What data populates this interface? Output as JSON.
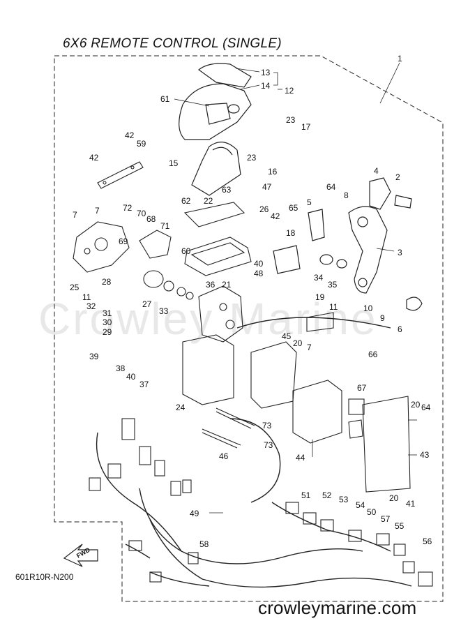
{
  "diagram": {
    "title": "6X6 REMOTE CONTROL (SINGLE)",
    "part_code": "601R10R-N200",
    "website": "crowleymarine.com",
    "watermark": "Crowley Marine",
    "fwd_label": "FWD",
    "callouts": [
      {
        "id": "c1",
        "label": "1"
      },
      {
        "id": "c2",
        "label": "2"
      },
      {
        "id": "c3",
        "label": "3"
      },
      {
        "id": "c4",
        "label": "4"
      },
      {
        "id": "c5",
        "label": "5"
      },
      {
        "id": "c6",
        "label": "6"
      },
      {
        "id": "c7a",
        "label": "7"
      },
      {
        "id": "c7b",
        "label": "7"
      },
      {
        "id": "c7c",
        "label": "7"
      },
      {
        "id": "c8",
        "label": "8"
      },
      {
        "id": "c9",
        "label": "9"
      },
      {
        "id": "c10",
        "label": "10"
      },
      {
        "id": "c11a",
        "label": "11"
      },
      {
        "id": "c11b",
        "label": "11"
      },
      {
        "id": "c12",
        "label": "12"
      },
      {
        "id": "c13",
        "label": "13"
      },
      {
        "id": "c14",
        "label": "14"
      },
      {
        "id": "c15",
        "label": "15"
      },
      {
        "id": "c16",
        "label": "16"
      },
      {
        "id": "c17",
        "label": "17"
      },
      {
        "id": "c18",
        "label": "18"
      },
      {
        "id": "c19",
        "label": "19"
      },
      {
        "id": "c20a",
        "label": "20"
      },
      {
        "id": "c20b",
        "label": "20"
      },
      {
        "id": "c20c",
        "label": "20"
      },
      {
        "id": "c21",
        "label": "21"
      },
      {
        "id": "c22",
        "label": "22"
      },
      {
        "id": "c23a",
        "label": "23"
      },
      {
        "id": "c23b",
        "label": "23"
      },
      {
        "id": "c24",
        "label": "24"
      },
      {
        "id": "c25",
        "label": "25"
      },
      {
        "id": "c26",
        "label": "26"
      },
      {
        "id": "c27",
        "label": "27"
      },
      {
        "id": "c28",
        "label": "28"
      },
      {
        "id": "c29",
        "label": "29"
      },
      {
        "id": "c30",
        "label": "30"
      },
      {
        "id": "c31",
        "label": "31"
      },
      {
        "id": "c32",
        "label": "32"
      },
      {
        "id": "c33",
        "label": "33"
      },
      {
        "id": "c34",
        "label": "34"
      },
      {
        "id": "c35",
        "label": "35"
      },
      {
        "id": "c36",
        "label": "36"
      },
      {
        "id": "c37",
        "label": "37"
      },
      {
        "id": "c38",
        "label": "38"
      },
      {
        "id": "c39",
        "label": "39"
      },
      {
        "id": "c40a",
        "label": "40"
      },
      {
        "id": "c40b",
        "label": "40"
      },
      {
        "id": "c41",
        "label": "41"
      },
      {
        "id": "c42a",
        "label": "42"
      },
      {
        "id": "c42b",
        "label": "42"
      },
      {
        "id": "c42c",
        "label": "42"
      },
      {
        "id": "c43",
        "label": "43"
      },
      {
        "id": "c44",
        "label": "44"
      },
      {
        "id": "c45",
        "label": "45"
      },
      {
        "id": "c46",
        "label": "46"
      },
      {
        "id": "c47",
        "label": "47"
      },
      {
        "id": "c48",
        "label": "48"
      },
      {
        "id": "c49",
        "label": "49"
      },
      {
        "id": "c50",
        "label": "50"
      },
      {
        "id": "c51",
        "label": "51"
      },
      {
        "id": "c52",
        "label": "52"
      },
      {
        "id": "c53",
        "label": "53"
      },
      {
        "id": "c54",
        "label": "54"
      },
      {
        "id": "c55",
        "label": "55"
      },
      {
        "id": "c56",
        "label": "56"
      },
      {
        "id": "c57",
        "label": "57"
      },
      {
        "id": "c58",
        "label": "58"
      },
      {
        "id": "c59",
        "label": "59"
      },
      {
        "id": "c60",
        "label": "60"
      },
      {
        "id": "c61",
        "label": "61"
      },
      {
        "id": "c62",
        "label": "62"
      },
      {
        "id": "c63",
        "label": "63"
      },
      {
        "id": "c64a",
        "label": "64"
      },
      {
        "id": "c64b",
        "label": "64"
      },
      {
        "id": "c65",
        "label": "65"
      },
      {
        "id": "c66",
        "label": "66"
      },
      {
        "id": "c67",
        "label": "67"
      },
      {
        "id": "c68",
        "label": "68"
      },
      {
        "id": "c69",
        "label": "69"
      },
      {
        "id": "c70",
        "label": "70"
      },
      {
        "id": "c71",
        "label": "71"
      },
      {
        "id": "c72",
        "label": "72"
      },
      {
        "id": "c73a",
        "label": "73"
      },
      {
        "id": "c73b",
        "label": "73"
      }
    ]
  }
}
